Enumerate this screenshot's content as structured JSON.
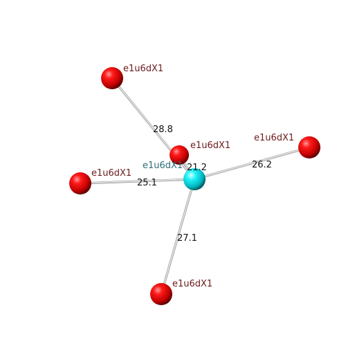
{
  "colors": {
    "background": "#ffffff",
    "center_atom": "#00e5ee",
    "ligand_atom": "#e00000",
    "bond": "#d0d0d0",
    "center_label": "#2e6b78",
    "ligand_label": "#6b1a1a",
    "distance_label": "#111111"
  },
  "center": {
    "label": "e1u6dX1"
  },
  "ligands": [
    {
      "id": "top-left",
      "label": "e1u6dX1",
      "distance": "28.8"
    },
    {
      "id": "behind",
      "label": "e1u6dX1",
      "distance": "21.2"
    },
    {
      "id": "right",
      "label": "e1u6dX1",
      "distance": "26.2"
    },
    {
      "id": "left",
      "label": "e1u6dX1",
      "distance": "25.1"
    },
    {
      "id": "bottom",
      "label": "e1u6dX1",
      "distance": "27.1"
    }
  ]
}
